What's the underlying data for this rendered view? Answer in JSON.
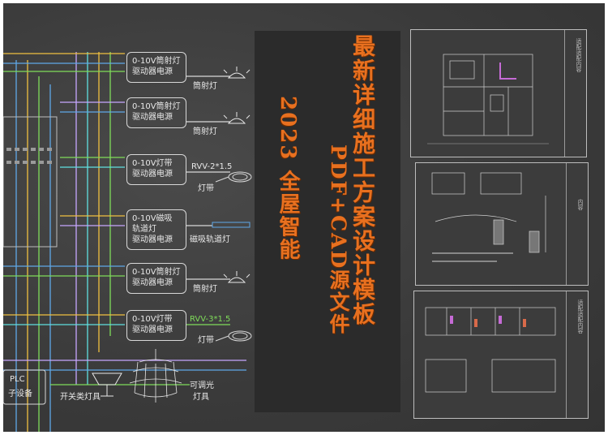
{
  "boxes": [
    {
      "line1": "0-10V筒射灯",
      "line2": "驱动器电源"
    },
    {
      "line1": "0-10V筒射灯",
      "line2": "驱动器电源"
    },
    {
      "line1": "0-10V灯带",
      "line2": "驱动器电源"
    },
    {
      "line1": "0-10V磁吸",
      "line2": "轨道灯",
      "line3": "驱动器电源"
    },
    {
      "line1": "0-10V筒射灯",
      "line2": "驱动器电源"
    },
    {
      "line1": "0-10V灯带",
      "line2": "驱动器电源"
    }
  ],
  "labels": {
    "downlight1": "筒射灯",
    "downlight2": "筒射灯",
    "cable1": "RVV-2*1.5",
    "strip1": "灯带",
    "track": "磁吸轨道灯",
    "downlight3": "筒射灯",
    "cable2": "RVV-3*1.5",
    "strip2": "灯带",
    "plc_line1": "PLC",
    "plc_line2": "子设备",
    "switch_lamp": "开关类灯具",
    "dim_line1": "可调光",
    "dim_line2": "灯具"
  },
  "title": {
    "main": "最新详细施工方案设计模板",
    "year_topic": "2023 全屋智能",
    "file": "PDF+CAD源文件"
  },
  "sheets": [
    {
      "side": "适配适配内容"
    },
    {
      "side": "内容"
    },
    {
      "side": "适配适配内容"
    }
  ],
  "colors": {
    "accent": "#e8701f",
    "cable2": "#7fdc5a"
  }
}
